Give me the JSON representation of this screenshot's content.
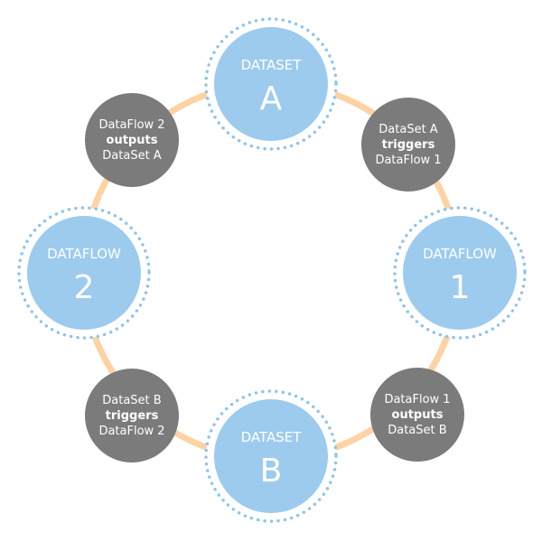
{
  "colors": {
    "ring": "#fdd3a3",
    "node": "#9dcbee",
    "dots": "#8ec4ec",
    "event": "#7b7b7b",
    "text": "#ffffff"
  },
  "nodes": [
    {
      "title": "DATASET",
      "id": "A"
    },
    {
      "title": "DATAFLOW",
      "id": "1"
    },
    {
      "title": "DATASET",
      "id": "B"
    },
    {
      "title": "DATAFLOW",
      "id": "2"
    }
  ],
  "events": [
    {
      "line1": "DataSet A",
      "verb": "triggers",
      "line3": "DataFlow 1"
    },
    {
      "line1": "DataFlow 1",
      "verb": "outputs",
      "line3": "DataSet B"
    },
    {
      "line1": "DataSet B",
      "verb": "triggers",
      "line3": "DataFlow 2"
    },
    {
      "line1": "DataFlow 2",
      "verb": "outputs",
      "line3": "DataSet A"
    }
  ]
}
